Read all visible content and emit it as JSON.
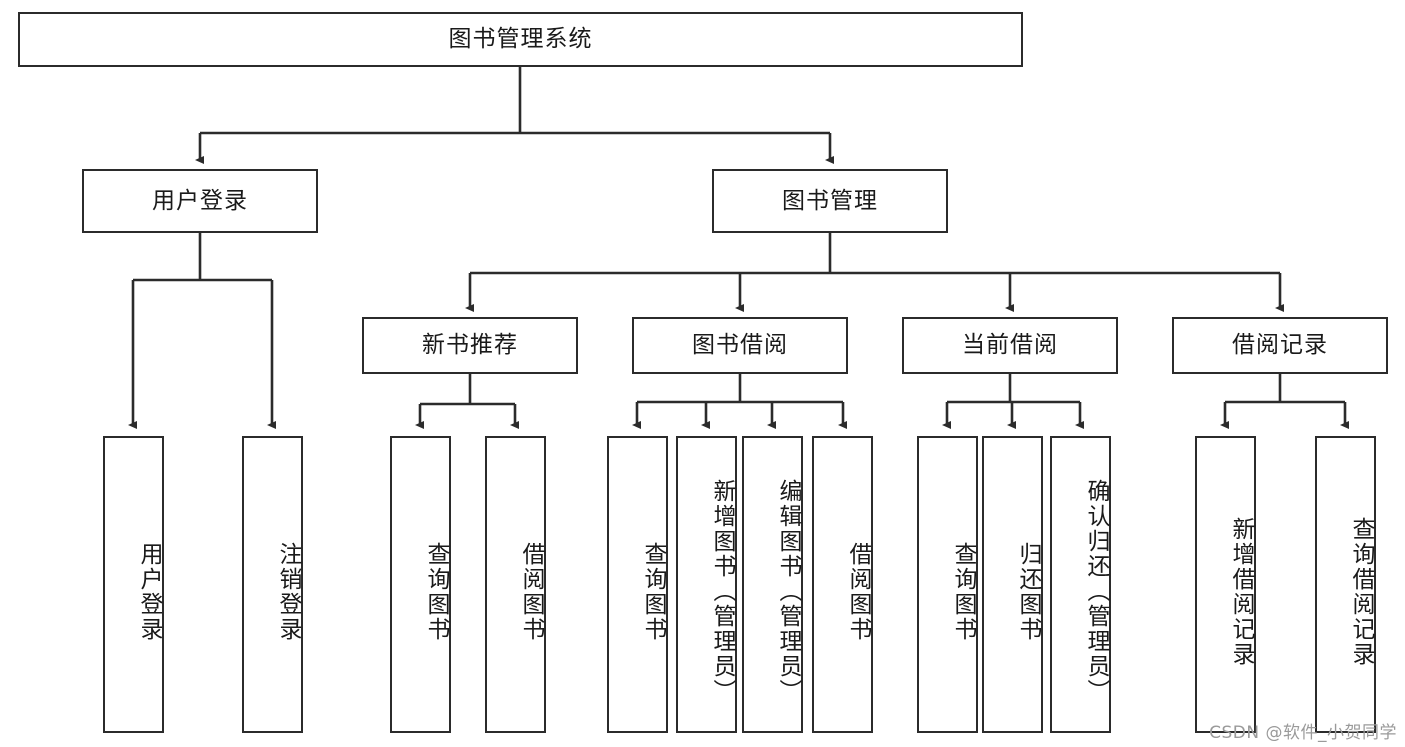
{
  "diagram": {
    "title": "图书管理系统",
    "type": "hierarchy-tree",
    "stroke_color": "#2b2b2b",
    "background_color": "#ffffff",
    "text_color": "#1a1a1a"
  },
  "root": {
    "label": "图书管理系统"
  },
  "level2": [
    {
      "label": "用户登录"
    },
    {
      "label": "图书管理"
    }
  ],
  "level3": [
    {
      "label": "新书推荐"
    },
    {
      "label": "图书借阅"
    },
    {
      "label": "当前借阅"
    },
    {
      "label": "借阅记录"
    }
  ],
  "leaves": {
    "user_login": [
      {
        "label": "用户登录"
      },
      {
        "label": "注销登录"
      }
    ],
    "new_book": [
      {
        "label": "查询图书"
      },
      {
        "label": "借阅图书"
      }
    ],
    "book_borrow": [
      {
        "label": "查询图书"
      },
      {
        "label": "新增图书（管理员）"
      },
      {
        "label": "编辑图书（管理员）"
      },
      {
        "label": "借阅图书"
      }
    ],
    "current_borrow": [
      {
        "label": "查询图书"
      },
      {
        "label": "归还图书"
      },
      {
        "label": "确认归还（管理员）"
      }
    ],
    "borrow_record": [
      {
        "label": "新增借阅记录"
      },
      {
        "label": "查询借阅记录"
      }
    ]
  },
  "watermark": {
    "text": "CSDN @软件_小贺同学"
  }
}
